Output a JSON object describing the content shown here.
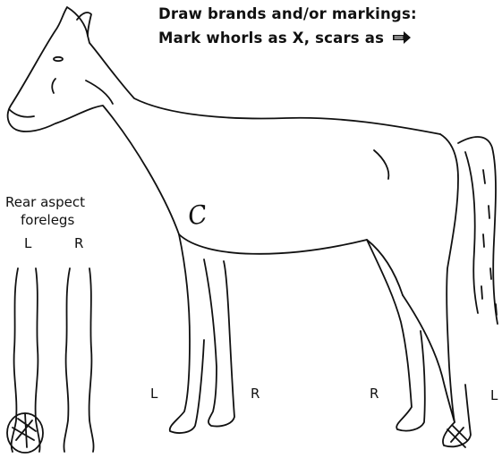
{
  "instructions": {
    "line1": "Draw brands and/or markings:",
    "line2": "Mark whorls as X, scars as",
    "scar_icon": "arrow-right-icon"
  },
  "rear_aspect": {
    "title_line1": "Rear aspect",
    "title_line2": "forelegs",
    "left": "L",
    "right": "R"
  },
  "side_view": {
    "left_fore": "L",
    "right_fore": "R",
    "right_hind": "R",
    "left_hind": "L"
  },
  "hand_marks": {
    "body_mark": "C"
  }
}
